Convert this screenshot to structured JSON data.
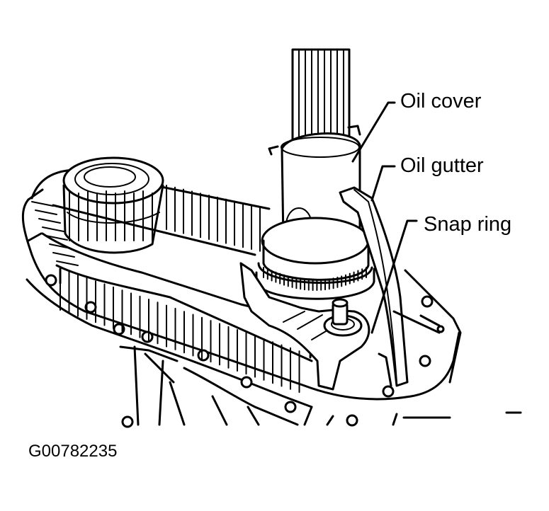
{
  "labels": {
    "oil_cover": "Oil cover",
    "oil_gutter": "Oil gutter",
    "snap_ring": "Snap ring"
  },
  "figure_code": "G00782235"
}
